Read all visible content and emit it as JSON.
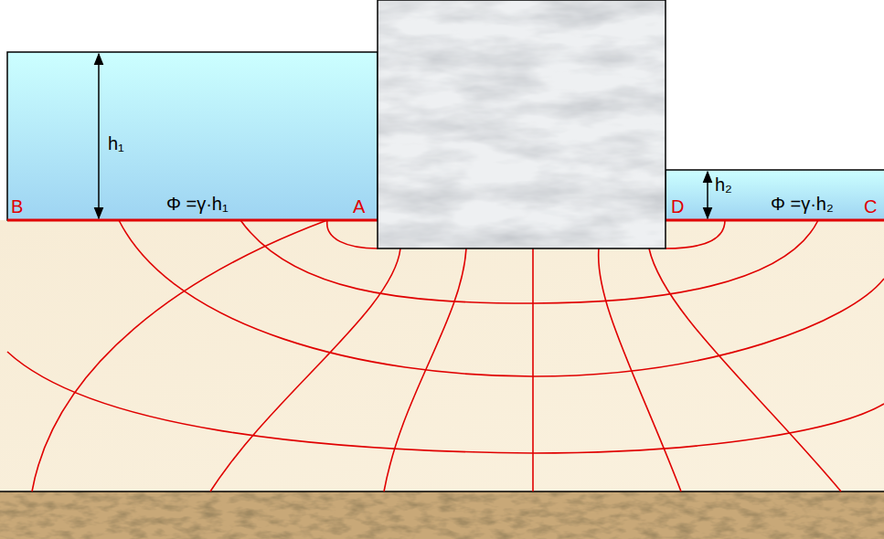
{
  "diagram": {
    "labels": [
      "h₁",
      "B",
      "Φ =γ·h₁",
      "A",
      "h₂",
      "D",
      "Φ =γ·h₂",
      "C"
    ]
  }
}
